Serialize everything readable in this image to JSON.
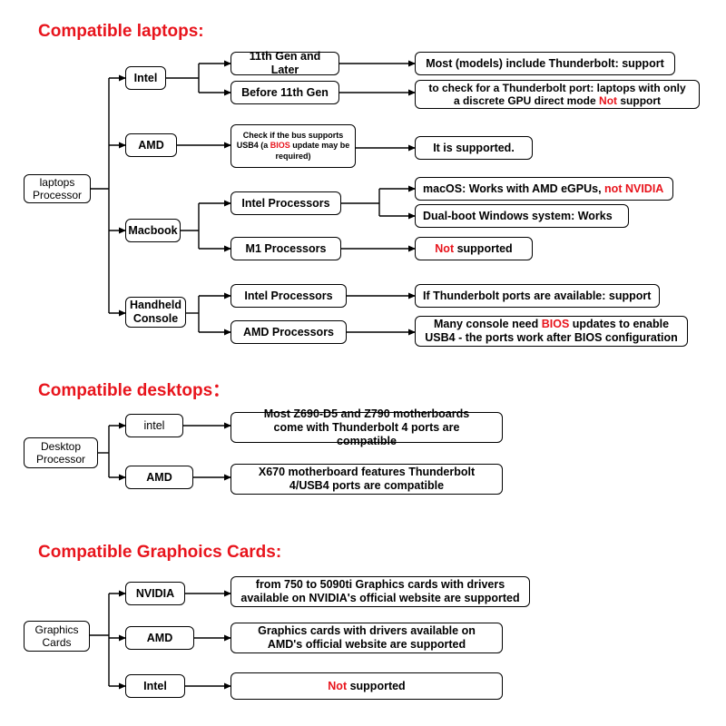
{
  "sections": {
    "laptops": {
      "title": "Compatible laptops:",
      "root": "laptops Processor",
      "intel": {
        "label": "Intel",
        "gen11": "11th Gen and Later",
        "gen11_result": "Most (models) include Thunderbolt: support",
        "before11": "Before 11th Gen",
        "before11_result": {
          "line1": "to check for a Thunderbolt port: laptops with only",
          "line2_pre": "a discrete  GPU direct mode ",
          "line2_red": "Not",
          "line2_post": " support"
        }
      },
      "amd": {
        "label": "AMD",
        "check": {
          "pre": "Check if the bus supports USB4 (a ",
          "red": "BIOS",
          "post": " update may be required)"
        },
        "result": "It is supported."
      },
      "macbook": {
        "label": "Macbook",
        "intel": "Intel Processors",
        "macos": {
          "pre": "macOS: Works with AMD eGPUs, ",
          "red": "not NVIDIA"
        },
        "dualboot": "Dual-boot Windows system: Works",
        "m1": "M1 Processors",
        "m1_result": {
          "red": "Not",
          "post": " supported"
        }
      },
      "handheld": {
        "label": "Handheld Console",
        "intel": "Intel Processors",
        "intel_result": "If Thunderbolt ports are available: support",
        "amd": "AMD Processors",
        "amd_result": {
          "line1_pre": "Many console need ",
          "line1_red": "BIOS",
          "line1_post": " updates to enable",
          "line2": "USB4 - the ports work after BIOS configuration"
        }
      }
    },
    "desktops": {
      "title": "Compatible desktops：",
      "root": "Desktop Processor",
      "intel": "intel",
      "intel_result": "Most Z690-D5 and Z790 motherboards come with Thunderbolt 4 ports are compatible",
      "amd": "AMD",
      "amd_result": "X670 motherboard features Thunderbolt 4/USB4 ports are compatible"
    },
    "graphics": {
      "title": "Compatible Graphoics Cards:",
      "root": "Graphics Cards",
      "nvidia": "NVIDIA",
      "nvidia_result": "from 750 to 5090ti Graphics cards with drivers available on NVIDIA's official website are supported",
      "amd": "AMD",
      "amd_result": "Graphics cards with drivers available on AMD's official website are supported",
      "intel": "Intel",
      "intel_result": {
        "red": "Not",
        "post": " supported"
      }
    }
  },
  "colors": {
    "accent": "#e8141c",
    "line": "#000000"
  }
}
